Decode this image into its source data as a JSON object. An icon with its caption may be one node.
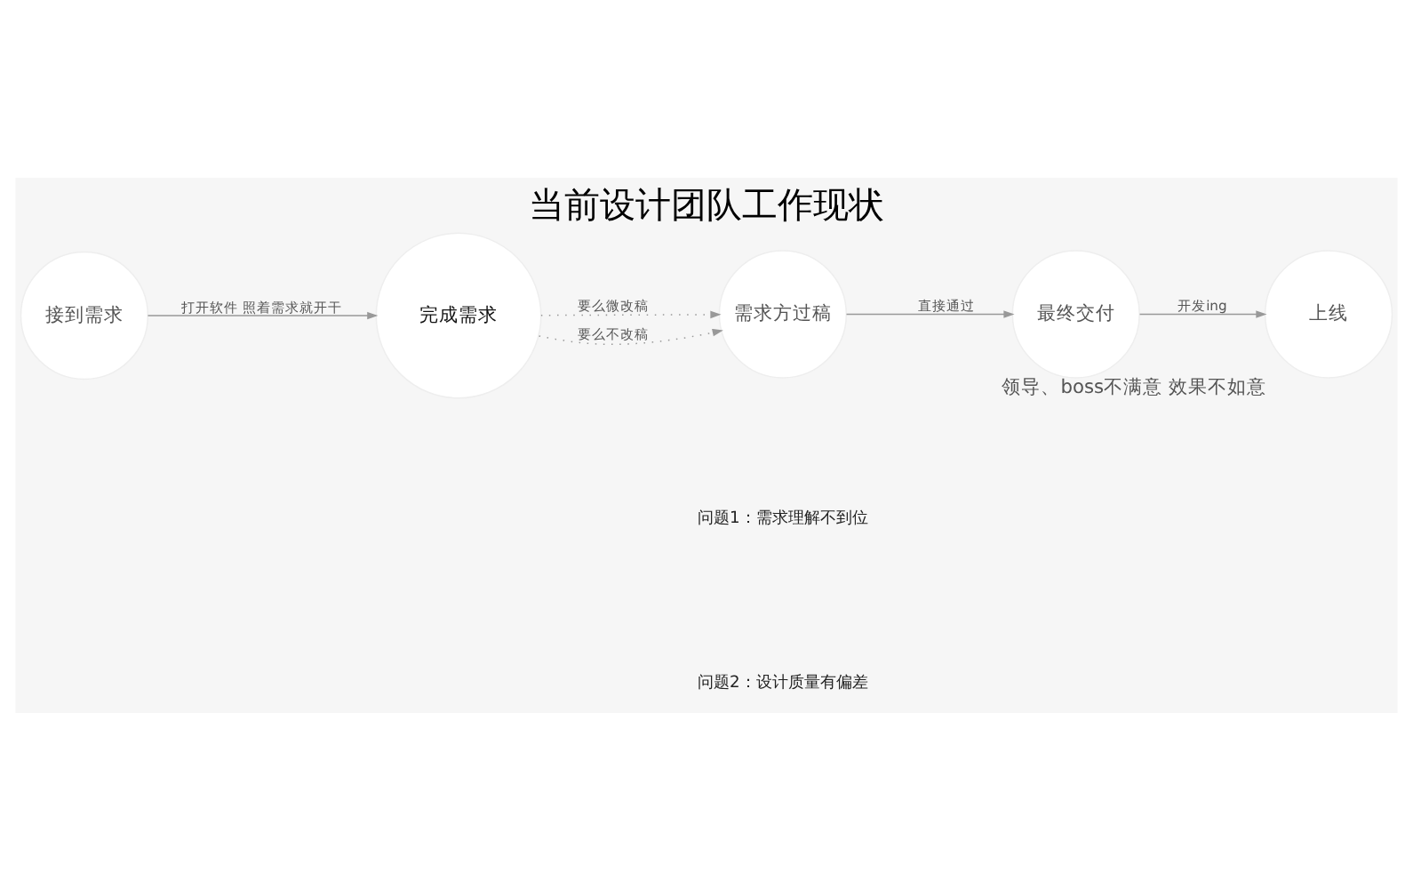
{
  "diagram": {
    "title": "当前设计团队工作现状",
    "nodes": [
      {
        "text": [
          "接到需求"
        ]
      },
      {
        "text": [
          "完成需求"
        ]
      },
      {
        "text": [
          "需求方过稿"
        ]
      },
      {
        "text": [
          "最终交付"
        ]
      },
      {
        "text": [
          "上线"
        ],
        "beside": [
          "领导、boss不满意 效果不如意"
        ]
      }
    ],
    "edges": [
      {
        "from": 0,
        "to": 1,
        "arrow": "to",
        "label": "打开软件 照着需求就开干"
      },
      {
        "from": 1,
        "to": 2,
        "arrow": "to",
        "style": "dashed",
        "label": "要么微改稿"
      },
      {
        "from": 1,
        "to": 2,
        "arrow": "to",
        "style": "dashed",
        "label": "要么不改稿"
      },
      {
        "from": 2,
        "to": 3,
        "arrow": "to",
        "label": "直接通过"
      },
      {
        "from": 3,
        "to": 4,
        "arrow": "to",
        "label": "开发ing"
      }
    ],
    "labels": [
      "问题1：需求理解不到位",
      "问题2：设计质量有偏差"
    ]
  }
}
